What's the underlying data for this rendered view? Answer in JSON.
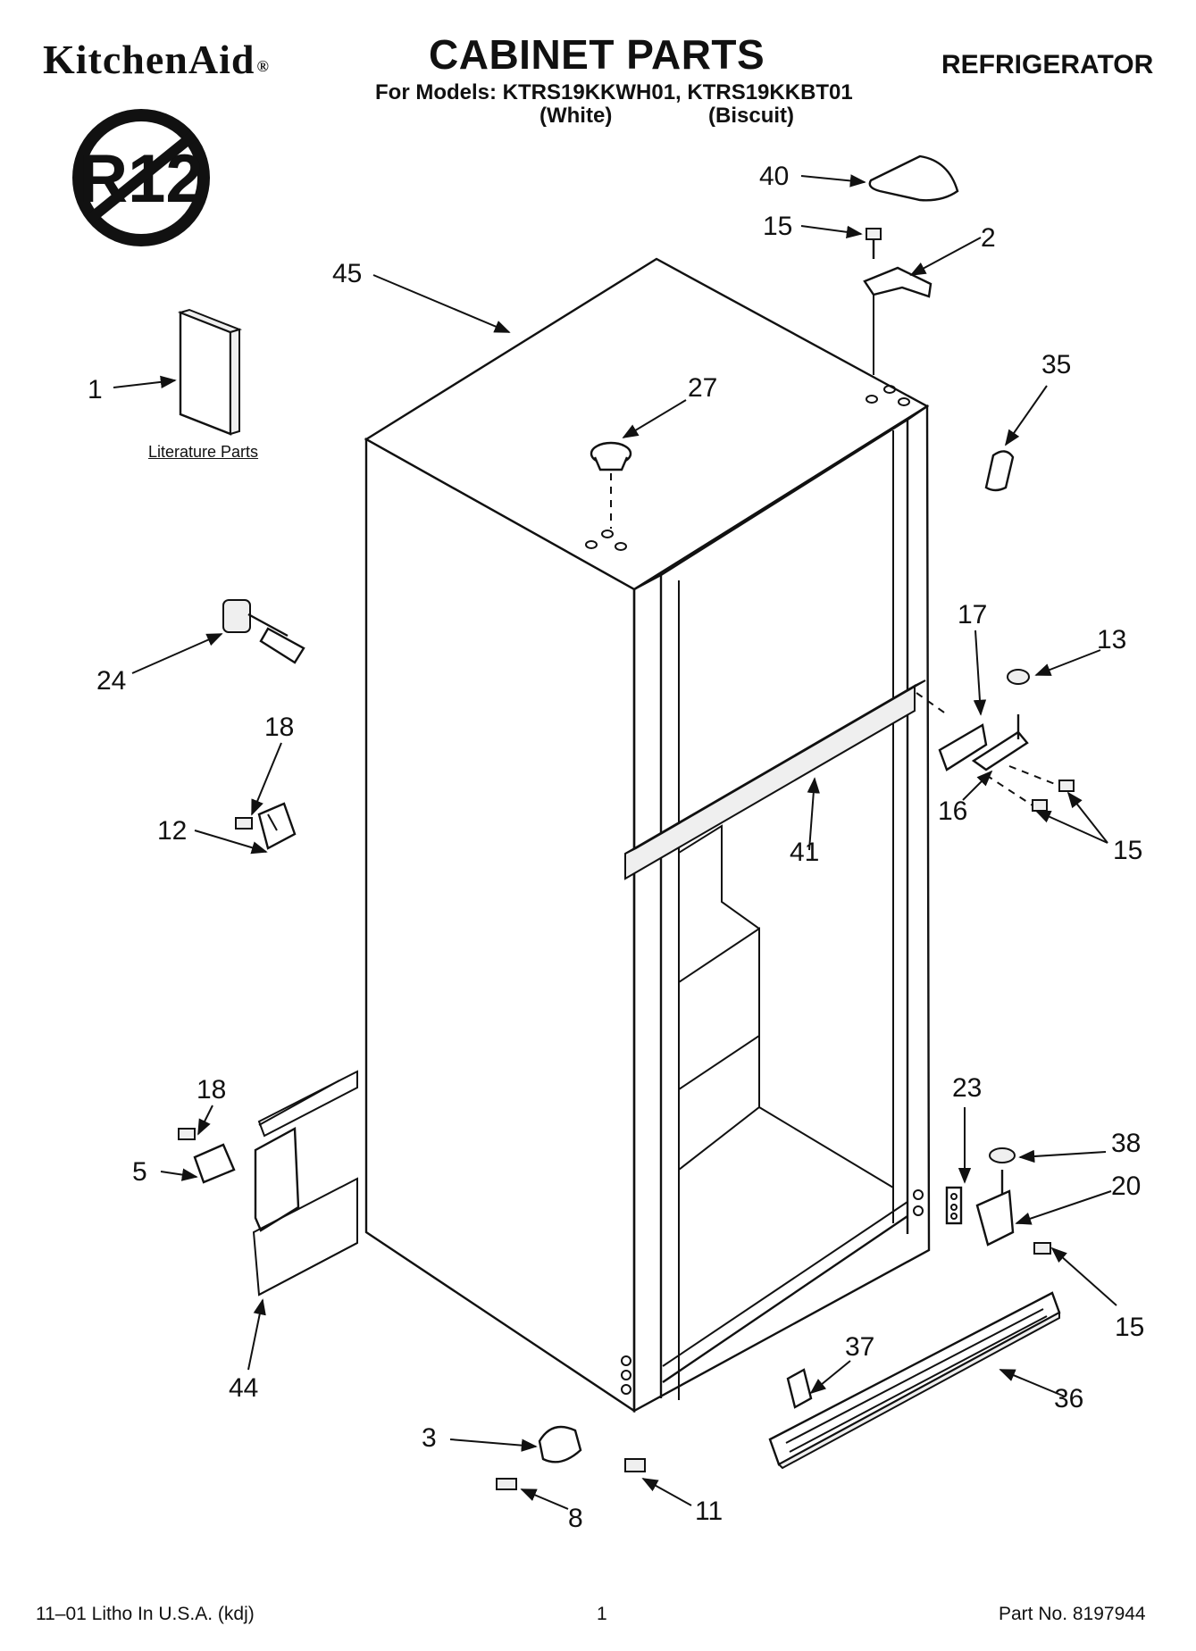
{
  "header": {
    "brand": "KitchenAid",
    "brand_mark": "®",
    "title": "CABINET PARTS",
    "appliance": "REFRIGERATOR",
    "models_line": "For Models: KTRS19KKWH01, KTRS19KKBT01",
    "variant_1": "(White)",
    "variant_2": "(Biscuit)"
  },
  "badge": {
    "text": "R12",
    "icon": "no-r12-prohibition-icon"
  },
  "literature_caption": "Literature Parts",
  "callouts": {
    "c40": "40",
    "c15a": "15",
    "c2": "2",
    "c45": "45",
    "c1": "1",
    "c27": "27",
    "c35": "35",
    "c17": "17",
    "c13": "13",
    "c24": "24",
    "c18a": "18",
    "c12": "12",
    "c16": "16",
    "c41": "41",
    "c15b": "15",
    "c23": "23",
    "c18b": "18",
    "c38": "38",
    "c20": "20",
    "c5": "5",
    "c15c": "15",
    "c37": "37",
    "c44": "44",
    "c36": "36",
    "c3": "3",
    "c11": "11",
    "c8": "8"
  },
  "footer": {
    "left": "11–01 Litho In U.S.A. (kdj)",
    "center": "1",
    "right": "Part No. 8197944"
  },
  "colors": {
    "ink": "#111111",
    "paper": "#ffffff"
  }
}
